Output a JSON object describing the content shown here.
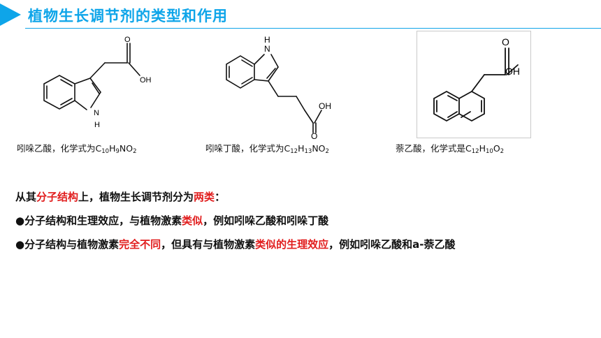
{
  "header": {
    "title": "植物生长调节剂的类型和作用",
    "accent_color": "#0ea5e9"
  },
  "molecules": [
    {
      "atoms": {
        "oh": "OH",
        "o": "O",
        "nh": "N",
        "h": "H"
      },
      "caption": {
        "prefix": "吲哚乙酸，化学式为",
        "formula": [
          [
            "C",
            "10"
          ],
          [
            "H",
            "9"
          ],
          [
            "NO",
            "2"
          ]
        ]
      }
    },
    {
      "atoms": {
        "n": "N",
        "h": "H",
        "oh": "OH",
        "o": "O"
      },
      "caption": {
        "prefix": "吲哚丁酸，化学式为",
        "formula": [
          [
            "C",
            "12"
          ],
          [
            "H",
            "13"
          ],
          [
            "NO",
            "2"
          ]
        ]
      }
    },
    {
      "atoms": {
        "o": "O",
        "oh": "OH"
      },
      "caption": {
        "prefix": "萘乙酸，化学式是",
        "formula": [
          [
            "C",
            "12"
          ],
          [
            "H",
            "10"
          ],
          [
            "O",
            "2"
          ]
        ]
      }
    }
  ],
  "lines": [
    [
      {
        "t": "从其",
        "red": false
      },
      {
        "t": "分子结构",
        "red": true
      },
      {
        "t": "上，植物生长调节剂分为",
        "red": false
      },
      {
        "t": "两类",
        "red": true
      },
      {
        "t": "：",
        "red": false
      }
    ],
    [
      {
        "t": "●分子结构和生理效应，与植物激素",
        "red": false
      },
      {
        "t": "类似",
        "red": true
      },
      {
        "t": "，例如吲哚乙酸和吲哚丁酸",
        "red": false
      }
    ],
    [
      {
        "t": "●分子结构与植物激素",
        "red": false
      },
      {
        "t": "完全不同",
        "red": true
      },
      {
        "t": "，但具有与植物激素",
        "red": false
      },
      {
        "t": "类似的生理效应",
        "red": true
      },
      {
        "t": "，例如吲哚乙酸和a-萘乙酸",
        "red": false
      }
    ]
  ]
}
